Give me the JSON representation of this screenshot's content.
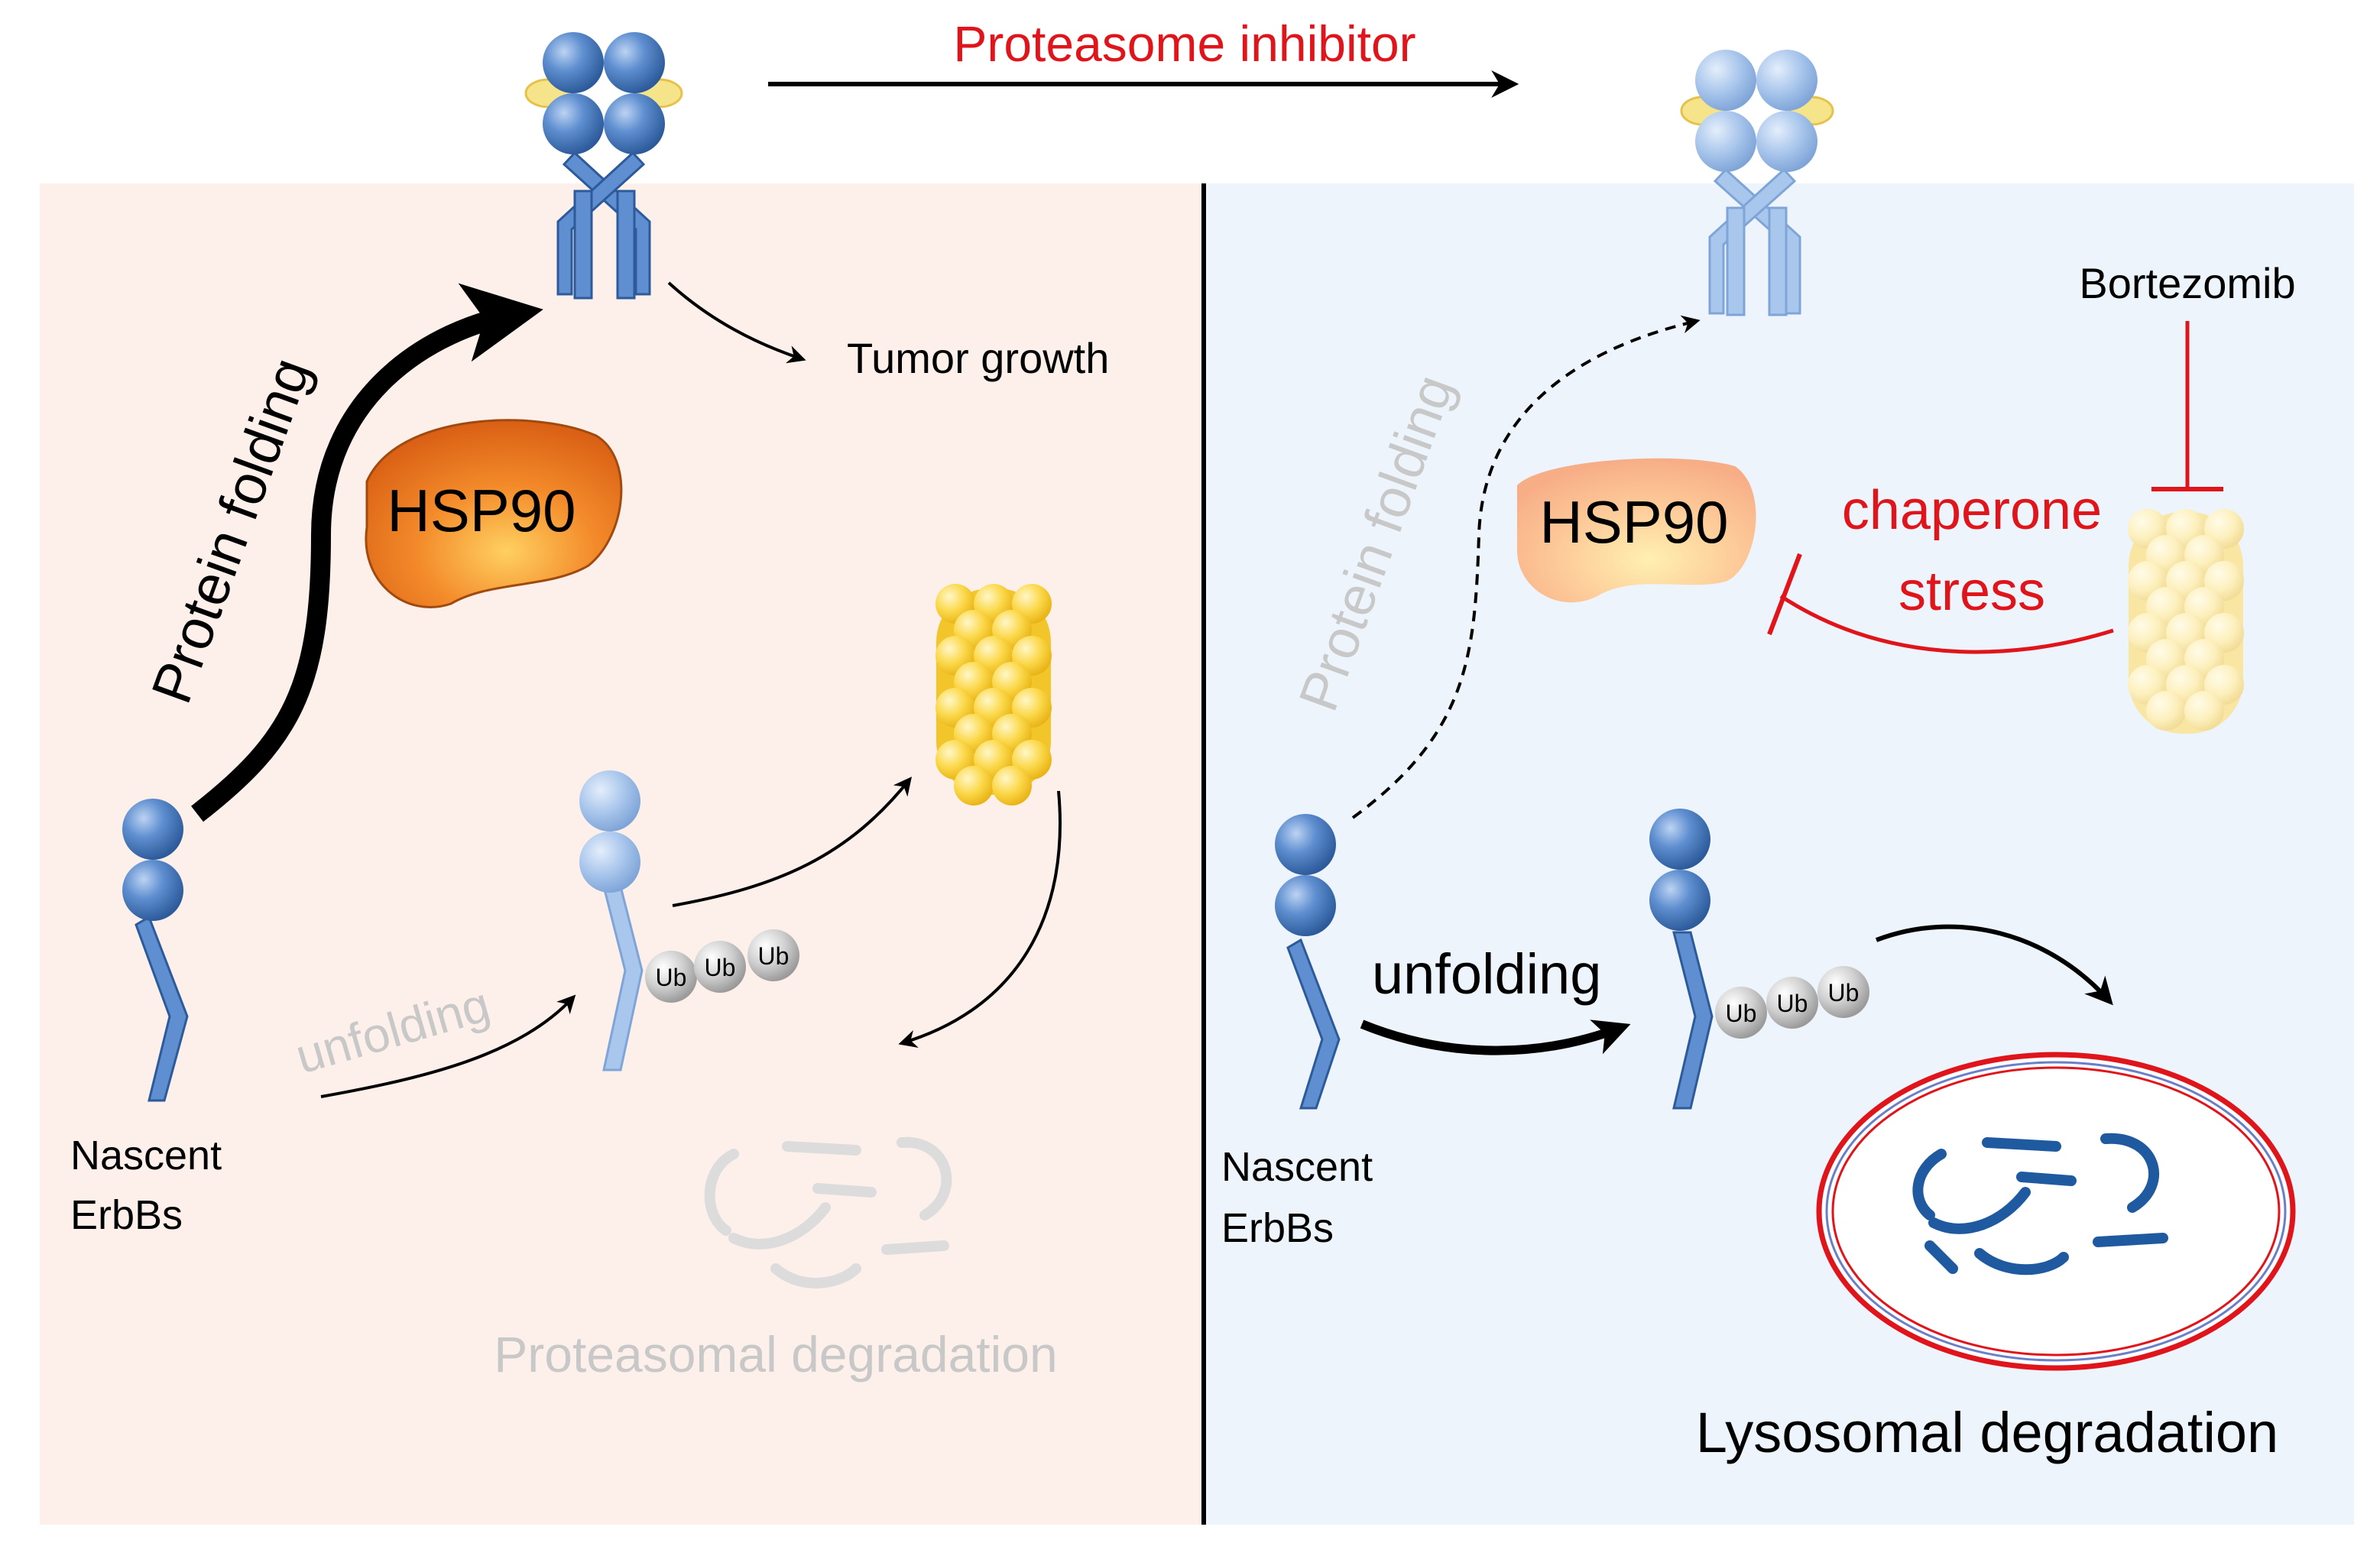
{
  "top_arrow": {
    "label": "Proteasome inhibitor"
  },
  "left_panel": {
    "protein_folding": "Protein folding",
    "hsp90": "HSP90",
    "tumor_growth": "Tumor growth",
    "unfolding": "unfolding",
    "ub_tags": [
      "Ub",
      "Ub",
      "Ub"
    ],
    "nascent_line1": "Nascent",
    "nascent_line2": "ErbBs",
    "degradation": "Proteasomal degradation"
  },
  "right_panel": {
    "protein_folding": "Protein folding",
    "hsp90": "HSP90",
    "bortezomib": "Bortezomib",
    "chaperone": "chaperone",
    "stress": "stress",
    "unfolding": "unfolding",
    "ub_tags": [
      "Ub",
      "Ub",
      "Ub"
    ],
    "nascent_line1": "Nascent",
    "nascent_line2": "ErbBs",
    "degradation": "Lysosomal degradation"
  },
  "colors": {
    "left_bg": "#fdf0ea",
    "right_bg": "#edf4fb",
    "receptor_blue": "#4a7cc0",
    "inhibitor_red": "#e0151b",
    "hsp90_orange": "#e8701a",
    "faded_text": "#c8c8c8"
  }
}
